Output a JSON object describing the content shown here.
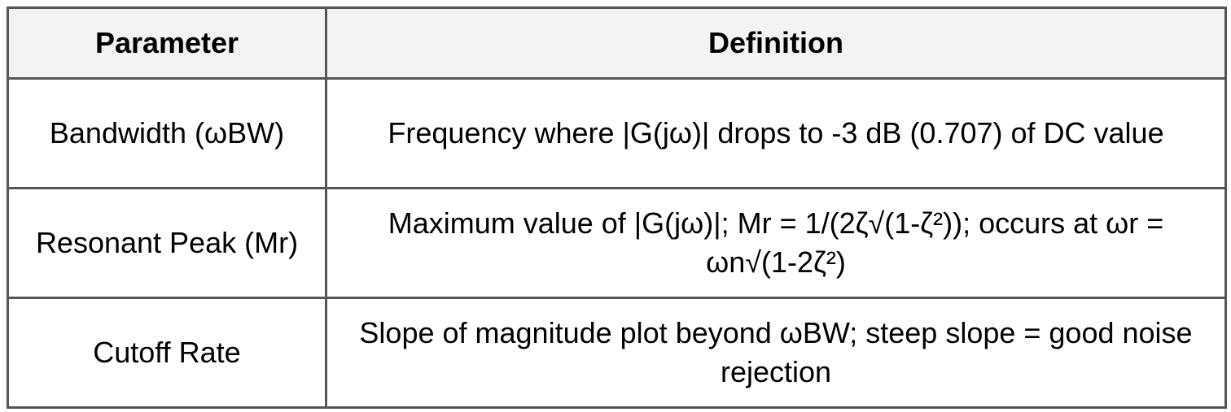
{
  "table": {
    "headers": [
      "Parameter",
      "Definition"
    ],
    "rows": [
      {
        "parameter": "Bandwidth (ωBW)",
        "definition": "Frequency where |G(jω)| drops to -3 dB (0.707) of DC value"
      },
      {
        "parameter": "Resonant Peak (Mr)",
        "definition": "Maximum value of |G(jω)|; Mr = 1/(2ζ√(1-ζ²)); occurs at ωr = ωn√(1-2ζ²)"
      },
      {
        "parameter": "Cutoff Rate",
        "definition": "Slope of magnitude plot beyond ωBW; steep slope = good noise rejection"
      }
    ]
  }
}
